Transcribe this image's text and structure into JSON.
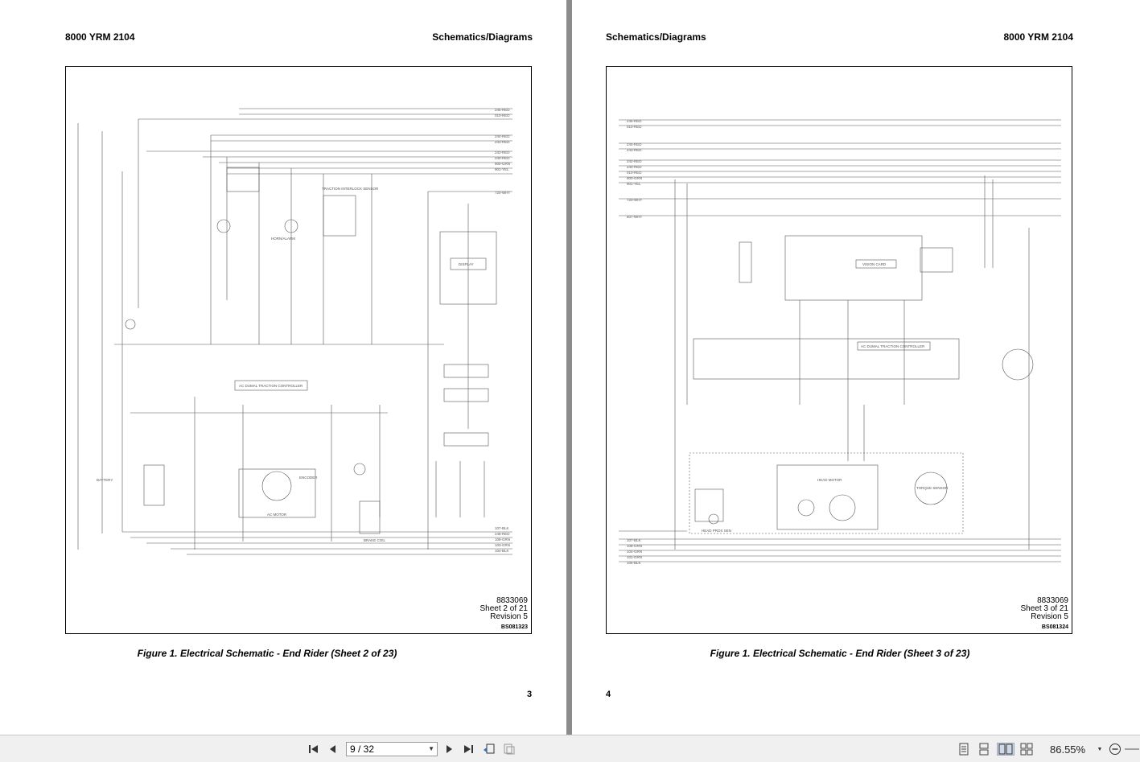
{
  "viewer": {
    "left_page": {
      "header_left": "8000 YRM 2104",
      "header_right": "Schematics/Diagrams",
      "doc_number": "8833069",
      "sheet": "Sheet 2 of 21",
      "revision": "Revision 5",
      "code": "BS081323",
      "caption": "Figure 1. Electrical Schematic - End Rider (Sheet 2 of 23)",
      "page_number": "3",
      "labels": {
        "traction_interlock": "TRACTION INTERLOCK SENSOR",
        "display": "DISPLAY",
        "controller": "AC DUMAL TRACTION CONTROLLER",
        "ac_motor": "AC MOTOR",
        "encoder": "ENCODER",
        "battery": "BATTERY",
        "brake_coil": "BRAKE COIL",
        "horn_alarm": "HORN/ALARM"
      },
      "wire_labels": [
        "245-RED",
        "010-RED",
        "244-RED",
        "243-RED",
        "242-RED",
        "240-RED",
        "900-GRN",
        "901-YEL",
        "720-WHT",
        "107-BLK",
        "248-RED",
        "108-GRN",
        "103-GRN",
        "104-BLK"
      ]
    },
    "right_page": {
      "header_left": "Schematics/Diagrams",
      "header_right": "8000 YRM 2104",
      "doc_number": "8833069",
      "sheet": "Sheet 3 of 21",
      "revision": "Revision 5",
      "code": "BS081324",
      "caption": "Figure 1. Electrical Schematic - End Rider (Sheet 3 of 23)",
      "page_number": "4",
      "labels": {
        "vision_card": "VISION CARD",
        "controller": "AC DUMAL TRACTION CONTROLLER",
        "head_motor": "HEAD MOTOR",
        "torque_sensor": "TORQUE SENSOR",
        "head_prox": "HEAD PROX SEN"
      },
      "wire_labels": [
        "245-RED",
        "010-RED",
        "244-RED",
        "243-RED",
        "242-RED",
        "240-RED",
        "010-RED",
        "900-GRN",
        "901-YEL",
        "720-WHT",
        "607-WHT",
        "107-BLK",
        "108-GRN",
        "104-GRN",
        "101-GRN",
        "106-BLK"
      ]
    }
  },
  "toolbar": {
    "page_indicator": "9 / 32",
    "zoom": "86.55%"
  }
}
